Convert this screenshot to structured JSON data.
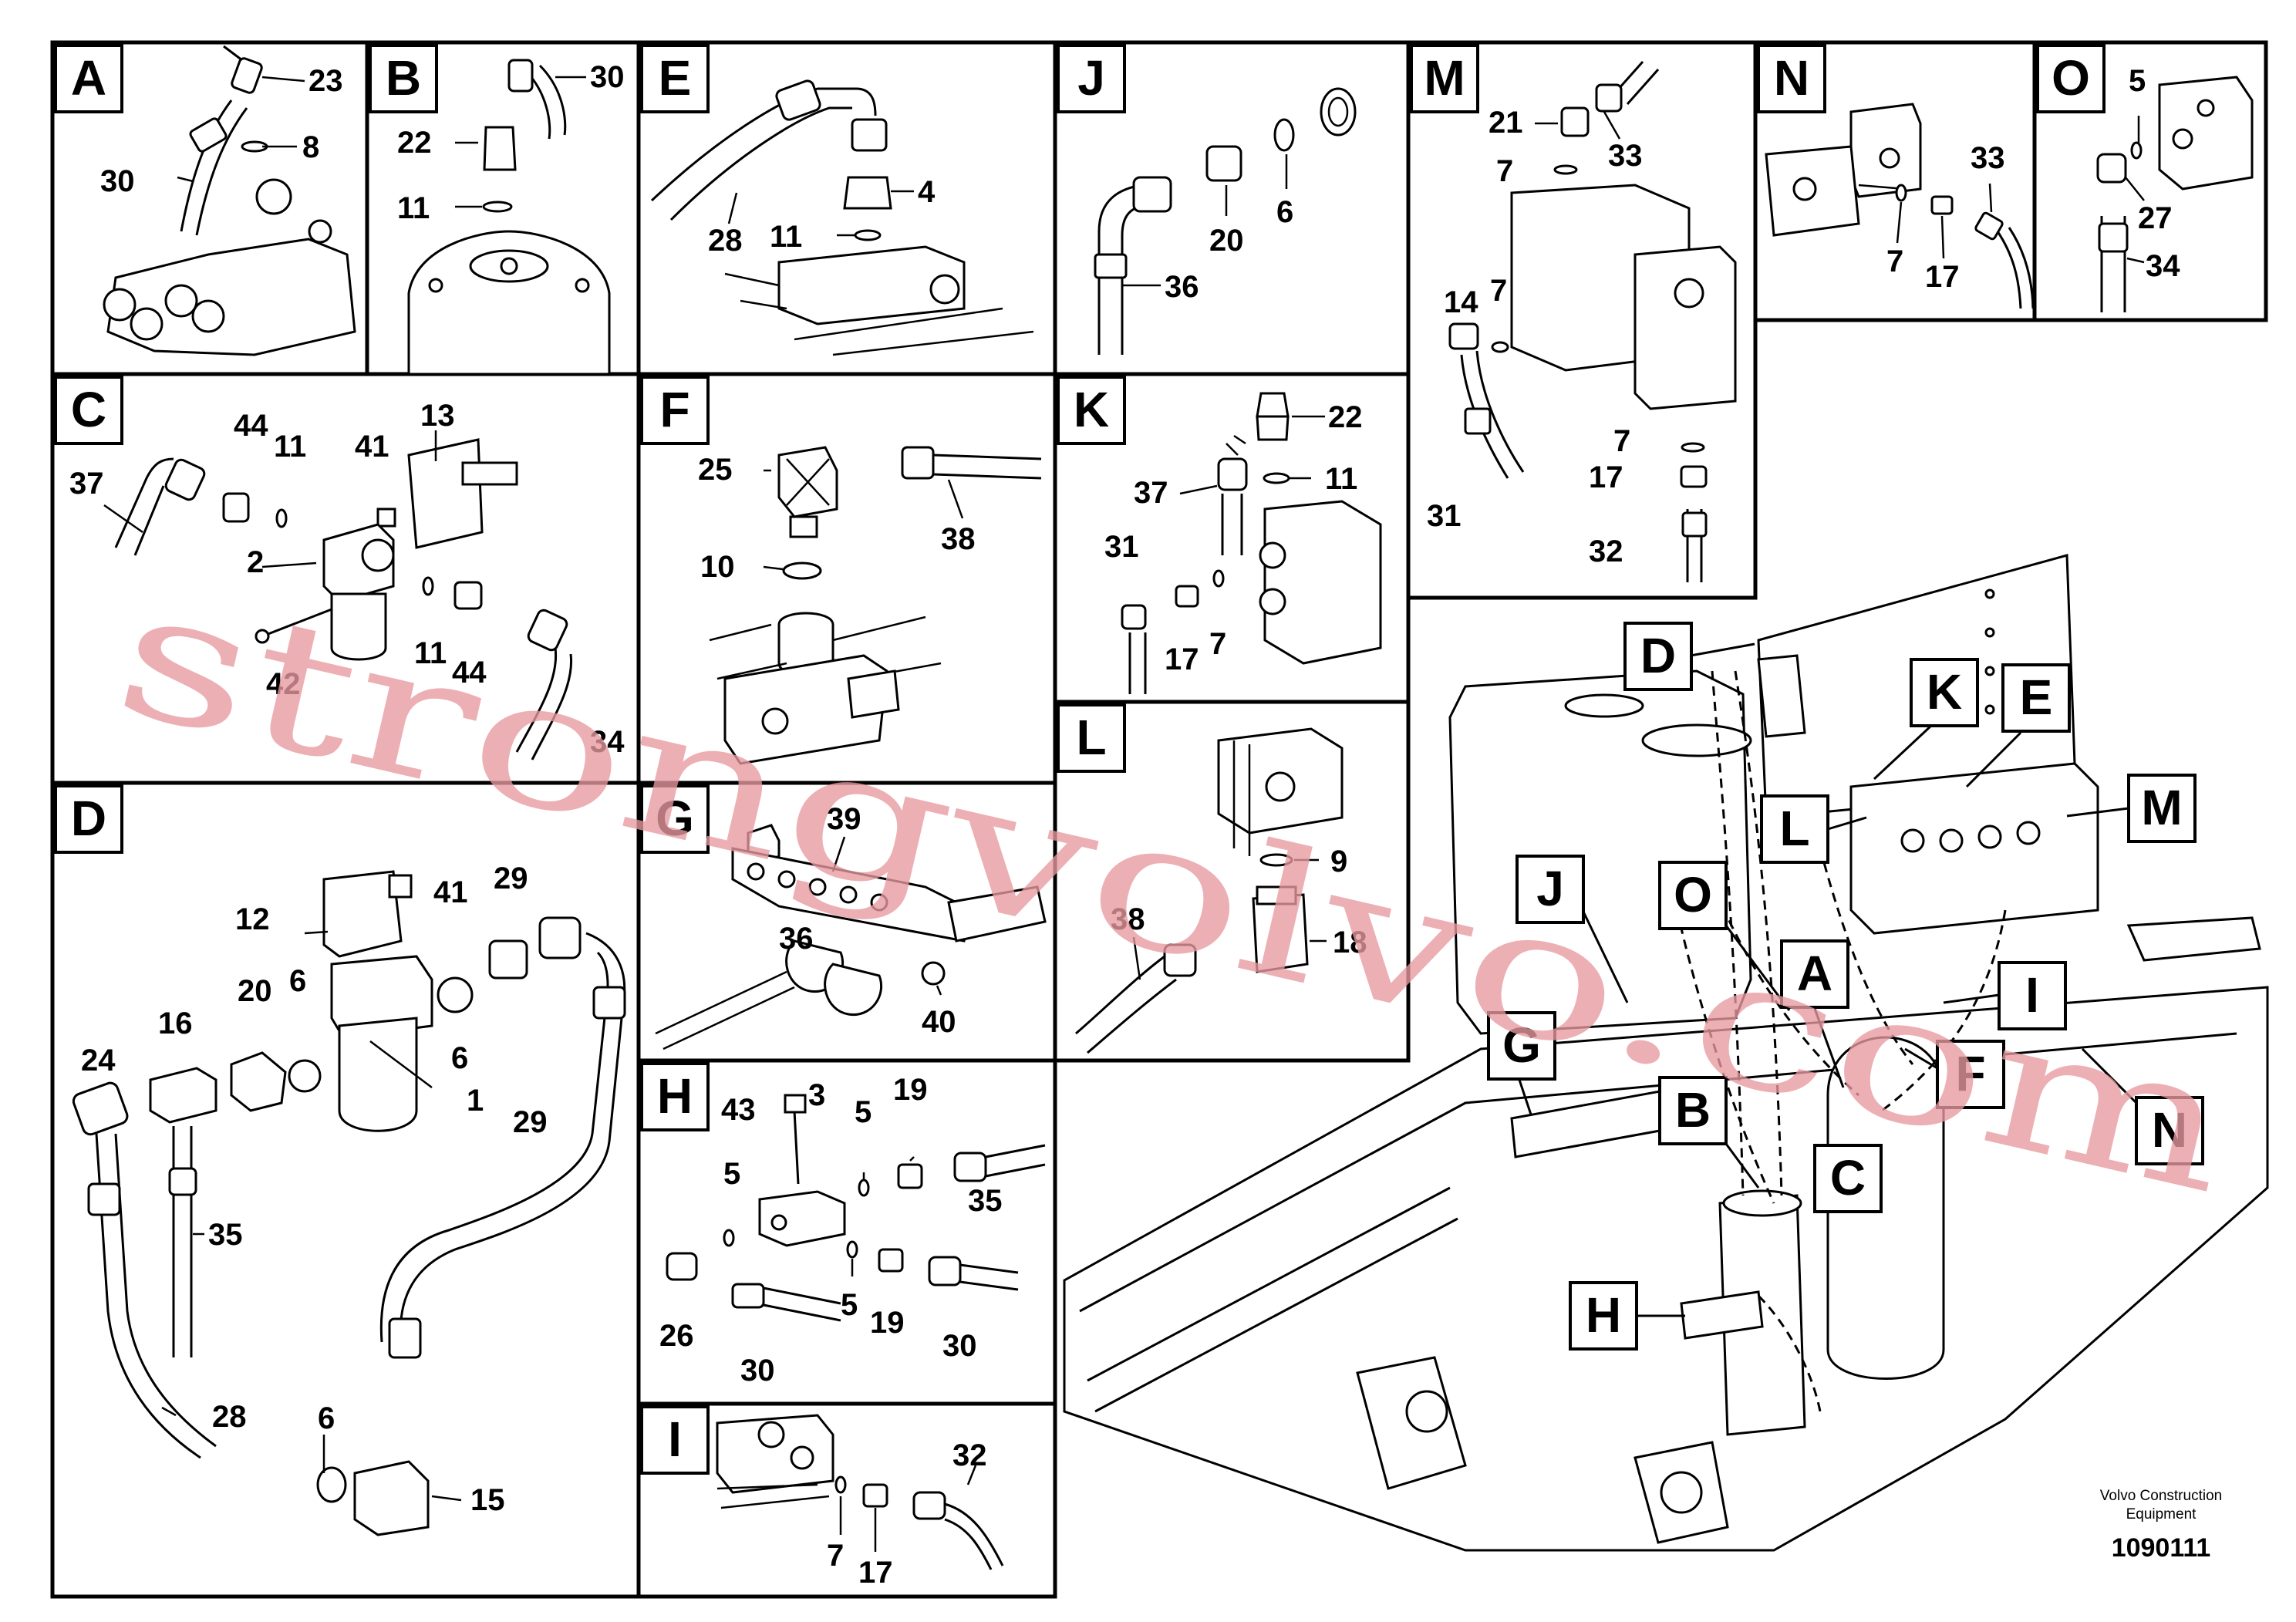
{
  "panels": [
    {
      "letter": "A",
      "labels": [
        "23",
        "8",
        "30"
      ]
    },
    {
      "letter": "B",
      "labels": [
        "30",
        "22",
        "11"
      ]
    },
    {
      "letter": "E",
      "labels": [
        "4",
        "11",
        "28"
      ]
    },
    {
      "letter": "J",
      "labels": [
        "20",
        "6",
        "36"
      ]
    },
    {
      "letter": "M",
      "labels": [
        "21",
        "33",
        "7",
        "14",
        "7",
        "7",
        "17",
        "31",
        "32"
      ]
    },
    {
      "letter": "N",
      "labels": [
        "33",
        "7",
        "17"
      ]
    },
    {
      "letter": "O",
      "labels": [
        "5",
        "27",
        "34"
      ]
    },
    {
      "letter": "C",
      "labels": [
        "13",
        "44",
        "11",
        "41",
        "37",
        "2",
        "42",
        "11",
        "44",
        "34"
      ]
    },
    {
      "letter": "F",
      "labels": [
        "25",
        "38",
        "10"
      ]
    },
    {
      "letter": "K",
      "labels": [
        "22",
        "37",
        "11",
        "31",
        "17",
        "7"
      ]
    },
    {
      "letter": "L",
      "labels": [
        "9",
        "38",
        "18"
      ]
    },
    {
      "letter": "D",
      "labels": [
        "41",
        "29",
        "12",
        "20",
        "16",
        "6",
        "24",
        "6",
        "1",
        "35",
        "29",
        "28",
        "6",
        "15"
      ]
    },
    {
      "letter": "G",
      "labels": [
        "39",
        "36",
        "40"
      ]
    },
    {
      "letter": "H",
      "labels": [
        "43",
        "3",
        "19",
        "5",
        "5",
        "35",
        "26",
        "30",
        "5",
        "19",
        "30"
      ]
    },
    {
      "letter": "I",
      "labels": [
        "32",
        "7",
        "17"
      ]
    }
  ],
  "callouts": [
    "D",
    "K",
    "E",
    "M",
    "L",
    "J",
    "O",
    "A",
    "I",
    "F",
    "G",
    "B",
    "C",
    "N",
    "H"
  ],
  "footer": {
    "line1": "Volvo Construction",
    "line2": "Equipment",
    "drawing_number": "1090111"
  },
  "watermark": "strongvolvo.com"
}
